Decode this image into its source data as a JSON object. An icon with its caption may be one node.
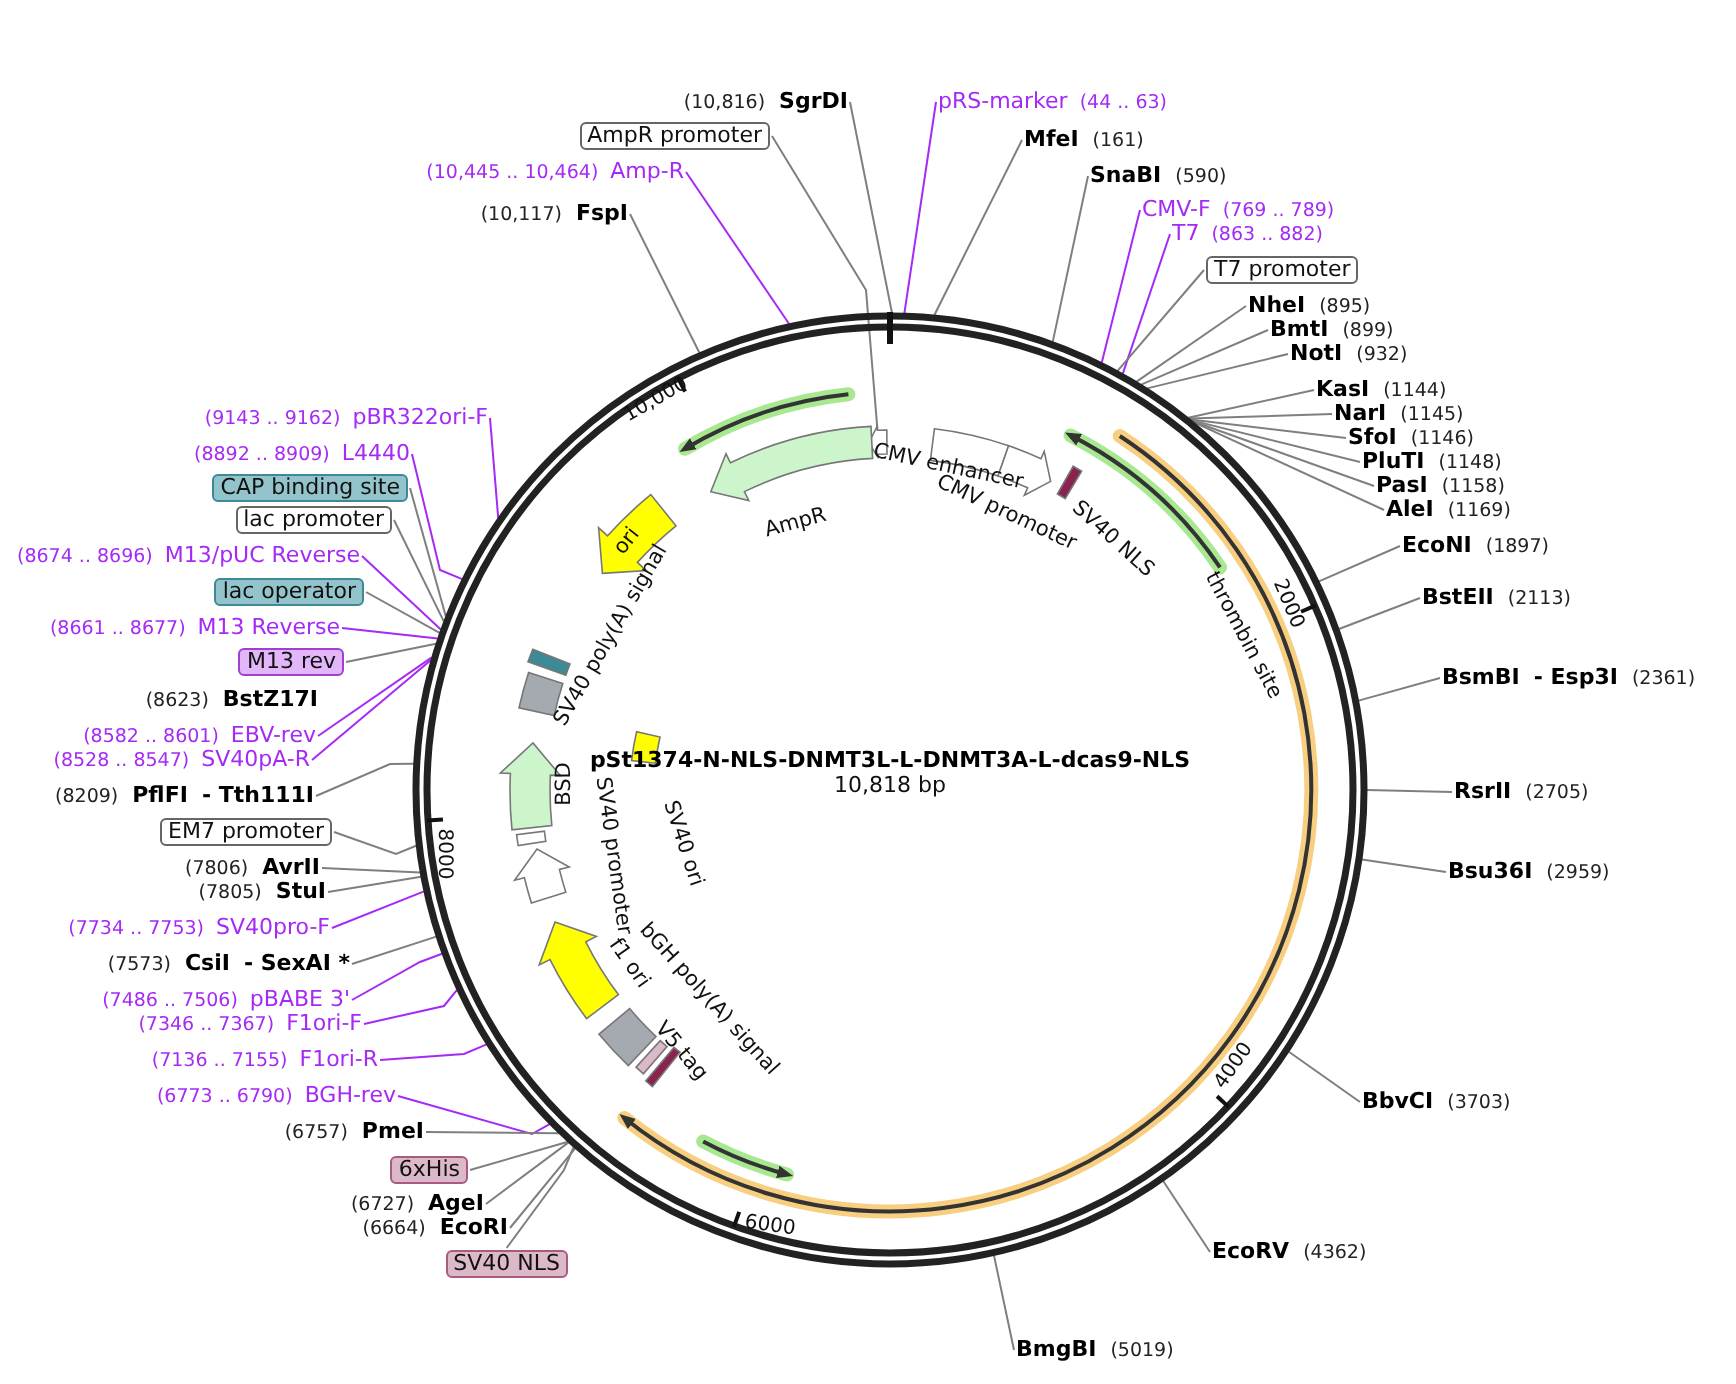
{
  "diagram": {
    "title": "pSt1374-N-NLS-DNMT3L-L-DNMT3A-L-dcas9-NLS",
    "nodes": [
      {
        "text": [
          "(10,816)",
          "SgrDI"
        ]
      },
      {
        "text": [
          "AmpR promoter"
        ]
      },
      {
        "text": [
          "pRS-marker",
          "(44 .. 63)"
        ]
      },
      {
        "text": [
          "(10,445 .. 10,464)",
          "Amp-R"
        ]
      },
      {
        "text": [
          "MfeI",
          "(161)"
        ]
      },
      {
        "text": [
          "(10,117)",
          "FspI"
        ]
      },
      {
        "text": [
          "SnaBI",
          "(590)"
        ]
      },
      {
        "text": [
          "CMV-F",
          "(769 .. 789)"
        ]
      },
      {
        "text": [
          "T7",
          "(863 .. 882)"
        ]
      },
      {
        "text": [
          "T7 promoter"
        ]
      },
      {
        "text": [
          "NheI",
          "(895)"
        ]
      },
      {
        "text": [
          "BmtI",
          "(899)"
        ]
      },
      {
        "text": [
          "NotI",
          "(932)"
        ]
      },
      {
        "text": [
          "KasI",
          "(1144)"
        ]
      },
      {
        "text": [
          "NarI",
          "(1145)"
        ]
      },
      {
        "text": [
          "SfoI",
          "(1146)"
        ]
      },
      {
        "text": [
          "PluTI",
          "(1148)"
        ]
      },
      {
        "text": [
          "PasI",
          "(1158)"
        ]
      },
      {
        "text": [
          "AleI",
          "(1169)"
        ]
      },
      {
        "text": [
          "EcoNI",
          "(1897)"
        ]
      },
      {
        "text": [
          "BstEII",
          "(2113)"
        ]
      },
      {
        "text": [
          "BsmBI",
          "- Esp3I",
          "(2361)"
        ]
      },
      {
        "text": [
          "RsrII",
          "(2705)"
        ]
      },
      {
        "text": [
          "Bsu36I",
          "(2959)"
        ]
      },
      {
        "text": [
          "BbvCI",
          "(3703)"
        ]
      },
      {
        "text": [
          "EcoRV",
          "(4362)"
        ]
      },
      {
        "text": [
          "BmgBI",
          "(5019)"
        ]
      },
      {
        "text": [
          "(9143 .. 9162)",
          "pBR322ori-F"
        ]
      },
      {
        "text": [
          "(8892 .. 8909)",
          "L4440"
        ]
      },
      {
        "text": [
          "CAP binding site"
        ]
      },
      {
        "text": [
          "lac promoter"
        ]
      },
      {
        "text": [
          "(8674 .. 8696)",
          "M13/pUC Reverse"
        ]
      },
      {
        "text": [
          "lac operator"
        ]
      },
      {
        "text": [
          "(8661 .. 8677)",
          "M13 Reverse"
        ]
      },
      {
        "text": [
          "M13 rev"
        ]
      },
      {
        "text": [
          "(8623)",
          "BstZ17I"
        ]
      },
      {
        "text": [
          "(8582 .. 8601)",
          "EBV-rev"
        ]
      },
      {
        "text": [
          "(8528 .. 8547)",
          "SV40pA-R"
        ]
      },
      {
        "text": [
          "(8209)",
          "PflFI",
          "- Tth111I"
        ]
      },
      {
        "text": [
          "EM7 promoter"
        ]
      },
      {
        "text": [
          "(7806)",
          "AvrII"
        ]
      },
      {
        "text": [
          "(7805)",
          "StuI"
        ]
      },
      {
        "text": [
          "(7734 .. 7753)",
          "SV40pro-F"
        ]
      },
      {
        "text": [
          "(7573)",
          "CsiI",
          "- SexAI *"
        ]
      },
      {
        "text": [
          "(7486 .. 7506)",
          "pBABE 3'"
        ]
      },
      {
        "text": [
          "(7346 .. 7367)",
          "F1ori-F"
        ]
      },
      {
        "text": [
          "(7136 .. 7155)",
          "F1ori-R"
        ]
      },
      {
        "text": [
          "(6773 .. 6790)",
          "BGH-rev"
        ]
      },
      {
        "text": [
          "(6757)",
          "PmeI"
        ]
      },
      {
        "text": [
          "6xHis"
        ]
      },
      {
        "text": [
          "(6727)",
          "AgeI"
        ]
      },
      {
        "text": [
          "(6664)",
          "EcoRI"
        ]
      },
      {
        "text": [
          "SV40 NLS"
        ]
      },
      {
        "text": [],
        "shape": "circle"
      },
      {
        "text": [],
        "shape": "arrow",
        "in": 53
      }
    ],
    "edges": [
      {
        "from": 0,
        "to": 53,
        "arrow": "none"
      },
      {
        "from": 1,
        "to": 54,
        "arrow": "none"
      },
      {
        "from": 2,
        "to": 53,
        "arrow": "none",
        "color": "#a52af5"
      },
      {
        "from": 3,
        "to": 53,
        "arrow": "none",
        "color": "#a52af5"
      },
      {
        "from": 4,
        "to": 53,
        "arrow": "none"
      },
      {
        "from": 5,
        "to": 53,
        "arrow": "none"
      },
      {
        "from": 6,
        "to": 53,
        "arrow": "none"
      },
      {
        "from": 7,
        "to": 53,
        "arrow": "none",
        "color": "#a52af5"
      },
      {
        "from": 8,
        "to": 53,
        "arrow": "none",
        "color": "#a52af5"
      },
      {
        "from": 9,
        "to": 53,
        "arrow": "none"
      },
      {
        "from": 10,
        "to": 53,
        "arrow": "none"
      },
      {
        "from": 11,
        "to": 53,
        "arrow": "none"
      },
      {
        "from": 12,
        "to": 53,
        "arrow": "none"
      },
      {
        "from": 13,
        "to": 53,
        "arrow": "none"
      },
      {
        "from": 14,
        "to": 53,
        "arrow": "none"
      },
      {
        "from": 15,
        "to": 53,
        "arrow": "none"
      },
      {
        "from": 16,
        "to": 53,
        "arrow": "none"
      },
      {
        "from": 17,
        "to": 53,
        "arrow": "none"
      },
      {
        "from": 18,
        "to": 53,
        "arrow": "none"
      },
      {
        "from": 19,
        "to": 53,
        "arrow": "none"
      },
      {
        "from": 20,
        "to": 53,
        "arrow": "none"
      },
      {
        "from": 21,
        "to": 53,
        "arrow": "none"
      },
      {
        "from": 22,
        "to": 53,
        "arrow": "none"
      },
      {
        "from": 23,
        "to": 53,
        "arrow": "none"
      },
      {
        "from": 24,
        "to": 53,
        "arrow": "none"
      },
      {
        "from": 25,
        "to": 53,
        "arrow": "none"
      },
      {
        "from": 26,
        "to": 53,
        "arrow": "none"
      },
      {
        "from": 27,
        "to": 53,
        "arrow": "none",
        "color": "#a52af5"
      },
      {
        "from": 28,
        "to": 53,
        "arrow": "none",
        "color": "#a52af5"
      },
      {
        "from": 29,
        "to": 53,
        "arrow": "none"
      },
      {
        "from": 30,
        "to": 53,
        "arrow": "none"
      },
      {
        "from": 31,
        "to": 53,
        "arrow": "none",
        "color": "#a52af5"
      },
      {
        "from": 32,
        "to": 53,
        "arrow": "none"
      },
      {
        "from": 33,
        "to": 53,
        "arrow": "none",
        "color": "#a52af5"
      },
      {
        "from": 34,
        "to": 53,
        "arrow": "none"
      },
      {
        "from": 36,
        "to": 53,
        "arrow": "none",
        "color": "#a52af5"
      },
      {
        "from": 37,
        "to": 53,
        "arrow": "none",
        "color": "#a52af5"
      },
      {
        "from": 38,
        "to": 53,
        "arrow": "none"
      },
      {
        "from": 39,
        "to": 53,
        "arrow": "none"
      },
      {
        "from": 40,
        "to": 53,
        "arrow": "none"
      },
      {
        "from": 41,
        "to": 53,
        "arrow": "none"
      },
      {
        "from": 42,
        "to": 53,
        "arrow": "none",
        "color": "#a52af5"
      },
      {
        "from": 43,
        "to": 53,
        "arrow": "none"
      },
      {
        "from": 44,
        "to": 53,
        "arrow": "none",
        "color": "#a52af5"
      },
      {
        "from": 45,
        "to": 53,
        "arrow": "none",
        "color": "#a52af5"
      },
      {
        "from": 46,
        "to": 53,
        "arrow": "none",
        "color": "#a52af5"
      },
      {
        "from": 47,
        "to": 53,
        "arrow": "none",
        "color": "#a52af5"
      },
      {
        "from": 48,
        "to": 53,
        "arrow": "none"
      },
      {
        "from": 49,
        "to": 53,
        "arrow": "none"
      },
      {
        "from": 50,
        "to": 53,
        "arrow": "none"
      },
      {
        "from": 51,
        "to": 53,
        "arrow": "none"
      },
      {
        "from": 52,
        "to": 53,
        "arrow": "none"
      }
    ],
    "labels": [
      "10,000",
      "AmpR",
      "CMV enhancer",
      "CMV promoter",
      "SV40 NLS",
      "ori",
      "2000",
      "SV40 poly(A) signal",
      "thrombin site",
      "10,818 bp",
      "BSD",
      "SV40 promoter",
      "SV40 ori",
      "8000",
      "bGH poly(A) signal",
      "f1 ori",
      "V5 tag",
      "4000",
      "6000"
    ]
  }
}
